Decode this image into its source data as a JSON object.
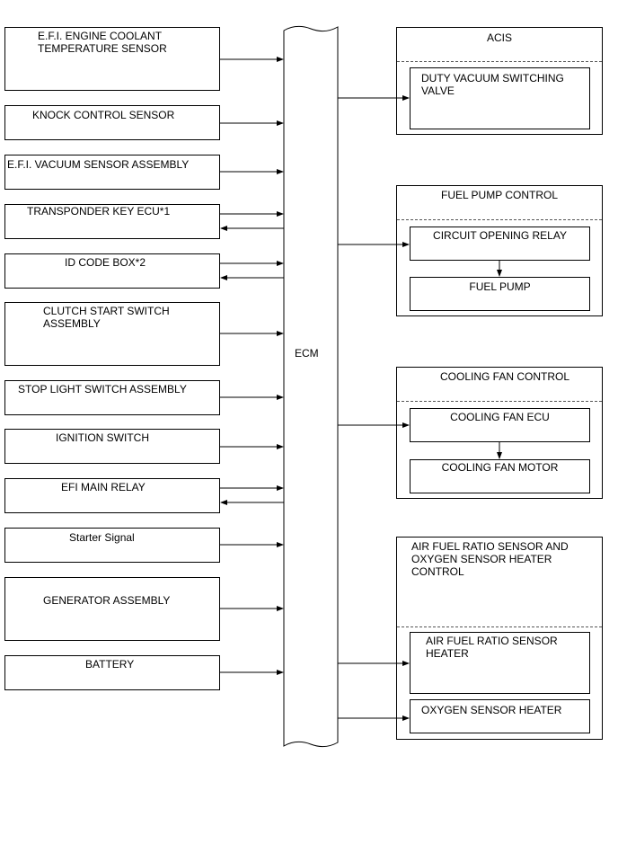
{
  "ecm": {
    "label": "ECM"
  },
  "inputs": [
    {
      "id": "efi-engine-coolant-temperature-sensor",
      "label": "E.F.I. ENGINE COOLANT\nTEMPERATURE SENSOR"
    },
    {
      "id": "knock-control-sensor",
      "label": "KNOCK CONTROL SENSOR"
    },
    {
      "id": "efi-vacuum-sensor-assembly",
      "label": "E.F.I. VACUUM SENSOR ASSEMBLY"
    },
    {
      "id": "transponder-key-ecu",
      "label": "TRANSPONDER KEY ECU*1"
    },
    {
      "id": "id-code-box",
      "label": "ID CODE BOX*2"
    },
    {
      "id": "clutch-start-switch-assembly",
      "label": "CLUTCH START SWITCH\nASSEMBLY"
    },
    {
      "id": "stop-light-switch-assembly",
      "label": "STOP LIGHT SWITCH ASSEMBLY"
    },
    {
      "id": "ignition-switch",
      "label": "IGNITION SWITCH"
    },
    {
      "id": "efi-main-relay",
      "label": "EFI MAIN RELAY"
    },
    {
      "id": "starter-signal",
      "label": "Starter Signal"
    },
    {
      "id": "generator-assembly",
      "label": "GENERATOR ASSEMBLY"
    },
    {
      "id": "battery",
      "label": "BATTERY"
    }
  ],
  "outputs": {
    "acis": {
      "title": "ACIS",
      "items": [
        "DUTY VACUUM SWITCHING\nVALVE"
      ]
    },
    "fuel_pump_control": {
      "title": "FUEL PUMP CONTROL",
      "items": [
        "CIRCUIT OPENING RELAY",
        "FUEL PUMP"
      ]
    },
    "cooling_fan_control": {
      "title": "COOLING FAN CONTROL",
      "items": [
        "COOLING FAN ECU",
        "COOLING FAN MOTOR"
      ]
    },
    "af_sensor_heater_control": {
      "title": "AIR FUEL RATIO SENSOR AND\nOXYGEN SENSOR HEATER\nCONTROL",
      "items": [
        "AIR FUEL RATIO SENSOR\nHEATER",
        "OXYGEN SENSOR HEATER"
      ]
    }
  }
}
